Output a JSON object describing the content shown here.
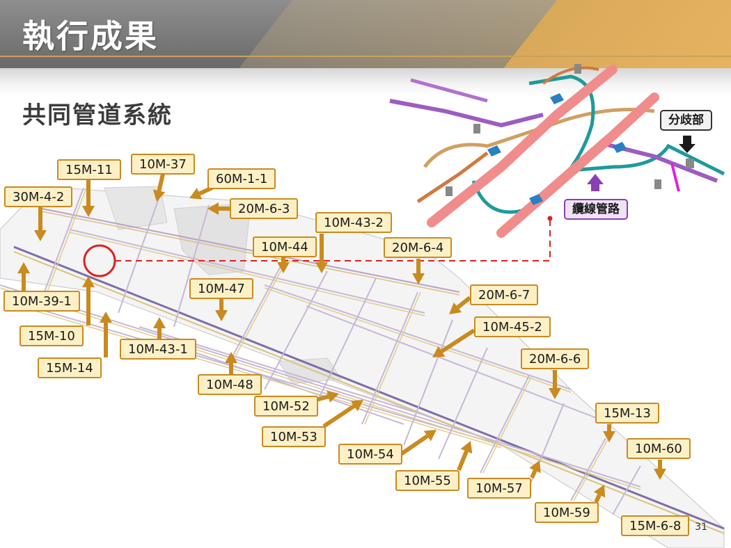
{
  "header": {
    "title": "執行成果"
  },
  "subtitle": "共同管道系統",
  "detail": {
    "branch_label": "分歧部",
    "cable_label": "纜線管路"
  },
  "segments": [
    {
      "id": "15M-11"
    },
    {
      "id": "10M-37"
    },
    {
      "id": "60M-1-1"
    },
    {
      "id": "30M-4-2"
    },
    {
      "id": "20M-6-3"
    },
    {
      "id": "10M-43-2"
    },
    {
      "id": "10M-44"
    },
    {
      "id": "20M-6-4"
    },
    {
      "id": "10M-39-1"
    },
    {
      "id": "10M-47"
    },
    {
      "id": "20M-6-7"
    },
    {
      "id": "15M-10"
    },
    {
      "id": "10M-45-2"
    },
    {
      "id": "10M-43-1"
    },
    {
      "id": "15M-14"
    },
    {
      "id": "20M-6-6"
    },
    {
      "id": "10M-48"
    },
    {
      "id": "10M-52"
    },
    {
      "id": "15M-13"
    },
    {
      "id": "10M-53"
    },
    {
      "id": "10M-60"
    },
    {
      "id": "10M-54"
    },
    {
      "id": "10M-55"
    },
    {
      "id": "10M-57"
    },
    {
      "id": "10M-59"
    },
    {
      "id": "15M-6-8"
    }
  ],
  "page_number": "31",
  "colors": {
    "label_fill": "#fdf0c6",
    "label_border": "#c98a1e",
    "arrow": "#c98a1e",
    "highlight": "#e02020",
    "branch_border": "#333333",
    "cable_border": "#8a3fb5"
  }
}
